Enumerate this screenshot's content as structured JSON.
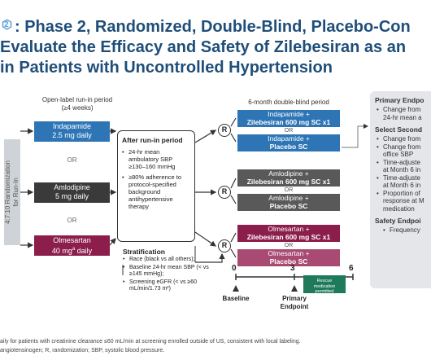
{
  "title": {
    "line1": ": Phase 2, Randomized, Double-Blind, Placebo-Con",
    "line2": "Evaluate the Efficacy and Safety of Zilebesiran as an",
    "line3": "in Patients with Uncontrolled Hypertension"
  },
  "logo_text": "2",
  "runin": {
    "header_line1": "Open-label run-in period",
    "header_line2": "(≥4 weeks)",
    "arms": [
      {
        "drug": "Indapamide",
        "dose": "2.5 mg daily",
        "color": "#2e75b6"
      },
      {
        "drug": "Amlodipine",
        "dose": "5 mg daily",
        "color": "#3a3a3a"
      },
      {
        "drug": "Olmesartan",
        "dose": "40 mg",
        "dose_sup": "a",
        "dose_suffix": " daily",
        "color": "#8b1e4b"
      }
    ],
    "or": "OR"
  },
  "randomization_label_line1": "4:7:10 Randomization",
  "randomization_label_line2": "for Run-In",
  "after_runin": {
    "title": "After run-in period",
    "items": [
      "24-hr mean ambulatory SBP ≥130–160 mmHg",
      "≥80% adherence to protocol-specified background antihypertensive therapy"
    ]
  },
  "r_label": "R",
  "doubleblind": {
    "header": "6-month double-blind period",
    "or": "OR",
    "groups": [
      {
        "color": "#2e75b6",
        "active_line1": "Indapamide +",
        "active_line2": "Zilebesiran 600 mg SC x1",
        "placebo_line1": "Indapamide +",
        "placebo_line2": "Placebo SC"
      },
      {
        "color": "#595959",
        "active_line1": "Amlodipine +",
        "active_line2": "Zilebesiran 600 mg SC x1",
        "placebo_line1": "Amlodipine +",
        "placebo_line2": "Placebo SC"
      },
      {
        "color": "#8b1e4b",
        "active_line1": "Olmesartan +",
        "active_line2": "Zilebesiran 600 mg SC x1",
        "placebo_line1": "Olmesartan +",
        "placebo_line2": "Placebo SC"
      }
    ]
  },
  "stratification": {
    "title": "Stratification",
    "items": [
      "Race (black vs all others);",
      "Baseline 24-hr mean SBP (< vs ≥145 mmHg);",
      "Screening eGFR (< vs ≥60 mL/min/1.73 m²)"
    ]
  },
  "timeline": {
    "ticks": [
      "0",
      "3",
      "6"
    ],
    "baseline": "Baseline",
    "primary_line1": "Primary",
    "primary_line2": "Endpoint",
    "rescue_line1": "Rescue",
    "rescue_line2": "medication",
    "rescue_line3": "permitted"
  },
  "right_panel": {
    "primary_title": "Primary Endpo",
    "primary_items": [
      "Change from",
      "24-hr mean a"
    ],
    "secondary_title": "Select Second",
    "secondary_items": [
      "Change from",
      "Change from",
      "office SBP",
      "Time-adjuste",
      "at Month 6 in",
      "Time-adjuste",
      "at Month 6 in",
      "Proportion of",
      "response at M",
      "medication"
    ],
    "safety_title": "Safety Endpoi",
    "safety_items": [
      "Frequency"
    ]
  },
  "footnotes": {
    "line1": "aily for patients with creatinine clearance ≤60 mL/min at screening enrolled outside of US, consistent with local labeling.",
    "line2": "angiotensinogen; R, randomization; SBP, systolic blood pressure."
  }
}
